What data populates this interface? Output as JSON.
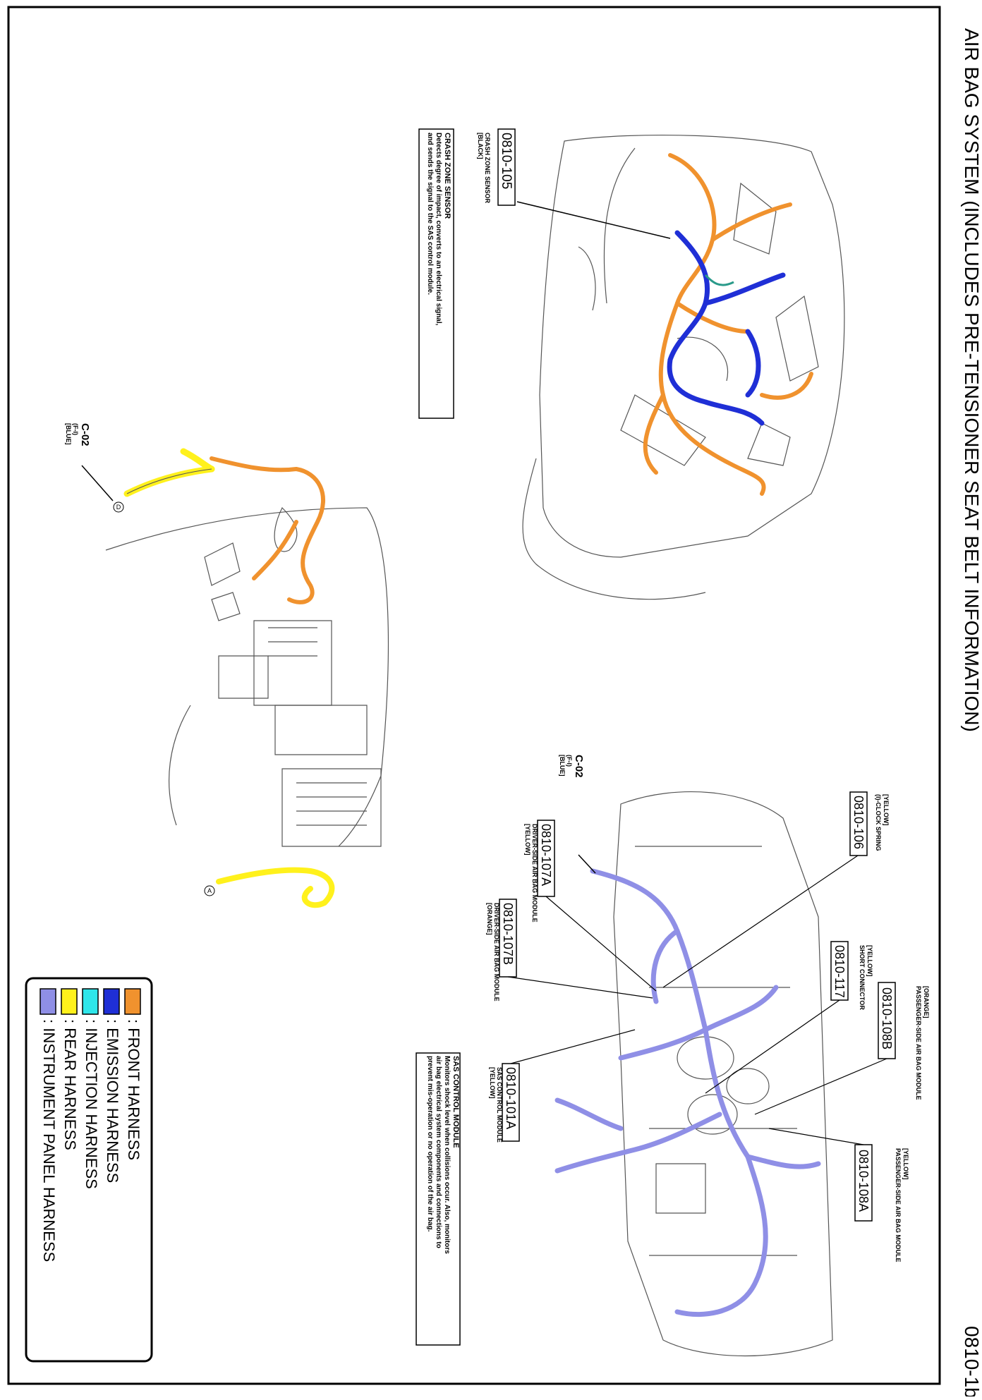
{
  "page": {
    "title": "AIR BAG SYSTEM (INCLUDES PRE-TENSIONER SEAT BELT INFORMATION)",
    "page_number": "0810-1b"
  },
  "crash_zone": {
    "code": "0810-105",
    "name": "CRASH ZONE SENSOR",
    "color": "[BLACK]",
    "desc_title": "CRASH ZONE SENSOR",
    "desc_lines": [
      "Detects degree of impact, converts to an electrical signal,",
      "and sends the signal to the SAS control module."
    ]
  },
  "c02_left": {
    "code": "C-02",
    "sub": "(F-I)",
    "color": "[BLUE]"
  },
  "c02_right": {
    "code": "C-02",
    "sub": "(F-I)",
    "color": "[BLUE]"
  },
  "callouts": {
    "c106": {
      "color": "[YELLOW]",
      "name": "(I)-CLOCK SPRING",
      "code": "0810-106"
    },
    "c107a": {
      "code": "0810-107A",
      "name": "DRIVER-SIDE AIR BAG MODULE",
      "color": "[YELLOW]"
    },
    "c107b": {
      "code": "0810-107B",
      "name": "DRIVER-SIDE AIR BAG MODULE",
      "color": "[ORANGE]"
    },
    "c117": {
      "color": "[YELLOW]",
      "name": "SHORT CONNECTOR",
      "code": "0810-117"
    },
    "c108b": {
      "color": "[ORANGE]",
      "name": "PASSENGER-SIDE AIR BAG MODULE",
      "code": "0810-108B"
    },
    "c101a": {
      "code": "0810-101A",
      "name": "SAS CONTROL MODULE",
      "color": "[YELLOW]"
    },
    "c108a": {
      "color": "[YELLOW]",
      "name": "PASSENGER-SIDE AIR BAG MODULE",
      "code": "0810-108A"
    }
  },
  "sas": {
    "title": "SAS CONTROL MODULE",
    "lines": [
      "Monitors shock level when collisions occur. Also, monitors",
      "air bag electrical system components and connections to",
      "prevent mis-operation or no operation of the air bag."
    ]
  },
  "markers": {
    "a": "A",
    "d": "D"
  },
  "legend": [
    {
      "label": ": FRONT HARNESS",
      "color": "#f0922e"
    },
    {
      "label": ": EMISSION HARNESS",
      "color": "#1f2fd6"
    },
    {
      "label": ": INJECTION HARNESS",
      "color": "#2ee6ea"
    },
    {
      "label": ": REAR HARNESS",
      "color": "#fff11c"
    },
    {
      "label": ": INSTRUMENT PANEL HARNESS",
      "color": "#8f8fe6"
    }
  ]
}
